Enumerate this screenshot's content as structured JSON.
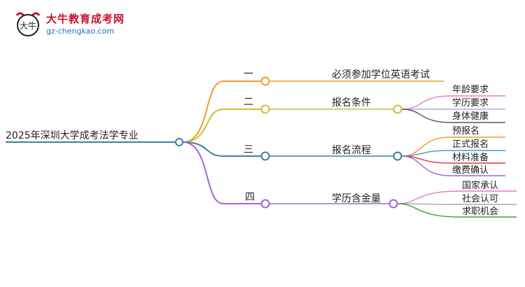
{
  "brand": {
    "name": "大牛教育成考网",
    "url": "gz-chengkao.com",
    "mark_text": "大牛"
  },
  "mindmap": {
    "root": "2025年深圳大学成考法学专业",
    "branches": [
      {
        "num": "一",
        "label": "必须参加学位英语考试",
        "color": "#f39a2b",
        "children": []
      },
      {
        "num": "二",
        "label": "报名条件",
        "color": "#c7c431",
        "children": [
          {
            "label": "年龄要求",
            "color": "#e57ac9"
          },
          {
            "label": "学历要求",
            "color": "#b8a5e6"
          },
          {
            "label": "身体健康",
            "color": "#555555"
          }
        ]
      },
      {
        "num": "三",
        "label": "报名流程",
        "color": "#3d7fa6",
        "children": [
          {
            "label": "预报名",
            "color": "#f39a2b"
          },
          {
            "label": "正式报名",
            "color": "#3a9fd8"
          },
          {
            "label": "材料准备",
            "color": "#d9363e"
          },
          {
            "label": "缴费确认",
            "color": "#9b6ad1"
          }
        ]
      },
      {
        "num": "四",
        "label": "学历含金量",
        "color": "#9b6ad1",
        "children": [
          {
            "label": "国家承认",
            "color": "#e57ac9"
          },
          {
            "label": "社会认可",
            "color": "#aaaaaa"
          },
          {
            "label": "求职机会",
            "color": "#3aa04a"
          }
        ]
      }
    ]
  }
}
